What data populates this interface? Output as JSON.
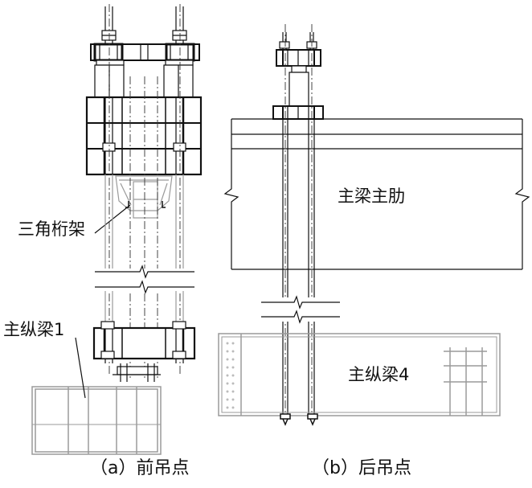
{
  "figure": {
    "left_panel": {
      "caption": "（a）前吊点",
      "labels": {
        "truss": "三角桁架",
        "beam": "主纵梁1"
      }
    },
    "right_panel": {
      "caption": "（b）后吊点",
      "labels": {
        "rib": "主梁主肋",
        "beam": "主纵梁4"
      }
    }
  },
  "colors": {
    "ink": "#111111",
    "gray": "#9a9a9a",
    "fill": "#ffffff"
  }
}
